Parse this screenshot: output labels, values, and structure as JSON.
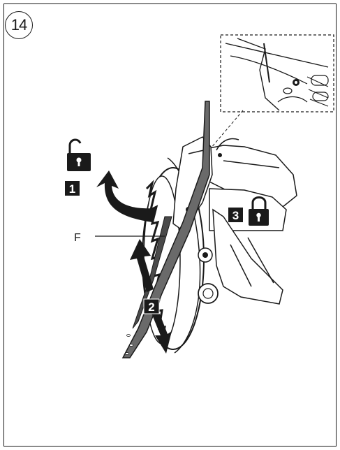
{
  "step_number": "14",
  "labels": {
    "part_f": "F",
    "step_1": "1",
    "step_2": "2",
    "step_3": "3"
  },
  "icons": {
    "unlock": "unlock-icon",
    "lock": "lock-icon"
  },
  "colors": {
    "ink": "#1a1a1a",
    "badge": "#1a1a1a",
    "badge_text": "#ffffff",
    "steel": "#555555",
    "background": "#ffffff"
  }
}
